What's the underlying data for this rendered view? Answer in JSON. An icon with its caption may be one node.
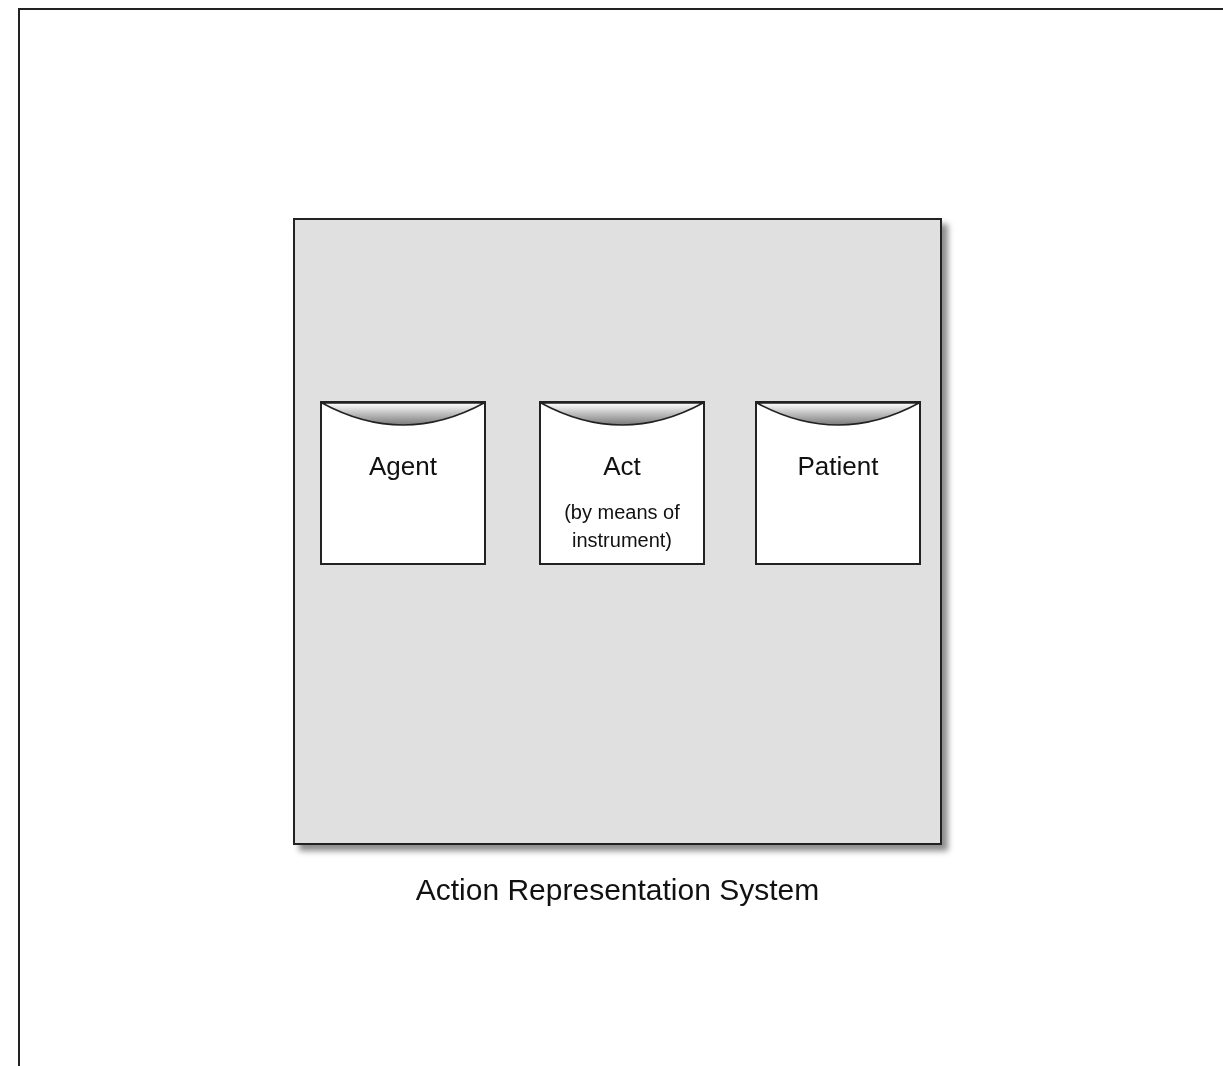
{
  "diagram": {
    "nodes": [
      {
        "text": [
          "Action Representation System"
        ]
      },
      {
        "text": [
          "Agent"
        ],
        "in": 0
      },
      {
        "text": [
          "Act",
          "(by means of instrument)"
        ],
        "in": 0
      },
      {
        "text": [
          "Patient"
        ],
        "in": 0
      }
    ],
    "edges": []
  }
}
